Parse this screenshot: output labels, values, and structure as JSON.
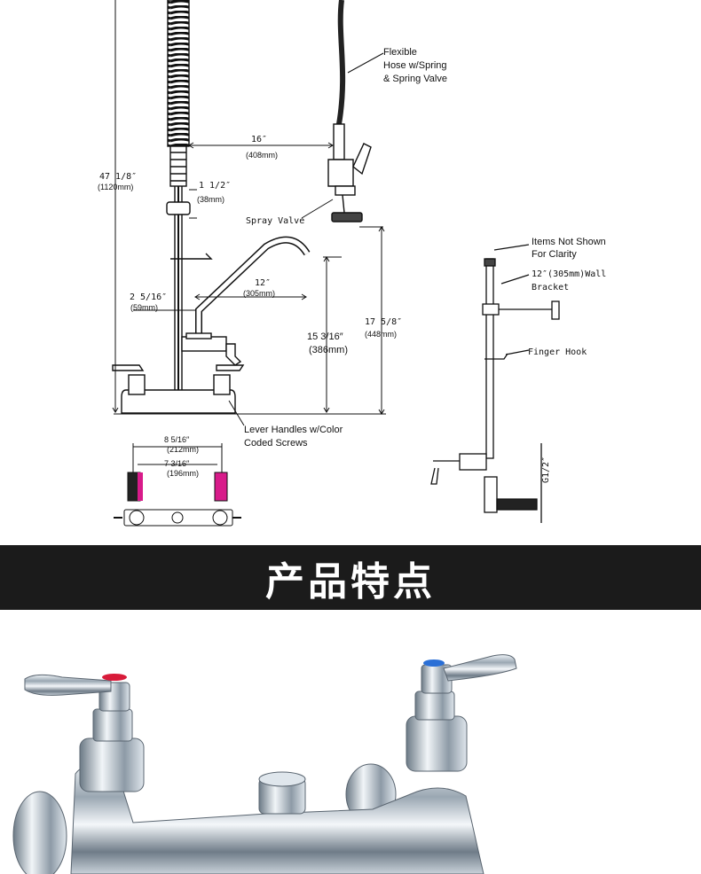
{
  "diagram": {
    "labels": {
      "hose": [
        "Flexible",
        "Hose w/Spring",
        "& Spring Valve"
      ],
      "height_total": [
        "47 1/8″",
        "(1120mm)"
      ],
      "reach_16": [
        "16″",
        "(408mm)"
      ],
      "offset_1_5": [
        "1 1/2″",
        "(38mm)"
      ],
      "spray_valve": "Spray Valve",
      "spout_12": [
        "12″",
        "(305mm)"
      ],
      "offset_2_5": [
        "2 5/16″",
        "(59mm)"
      ],
      "height_15": [
        "15 3/16″",
        "(386mm)"
      ],
      "height_17": [
        "17 5/8″",
        "(448mm)"
      ],
      "lever_handles": [
        "Lever Handles w/Color",
        "Coded Screws"
      ],
      "centers_8": [
        "8 5/16″",
        "(212mm)"
      ],
      "centers_7": [
        "7 3/16″",
        "(196mm)"
      ],
      "items_not_shown": [
        "Items Not Shown",
        "For Clarity"
      ],
      "wall_bracket": [
        "12″(305mm)Wall",
        "Bracket"
      ],
      "finger_hook": "Finger Hook",
      "thread": "G1/2″"
    },
    "colors": {
      "hot": "#d81b8a",
      "cold": "#2a6fd6",
      "line": "#111111"
    }
  },
  "banner": {
    "title": "产品特点"
  }
}
